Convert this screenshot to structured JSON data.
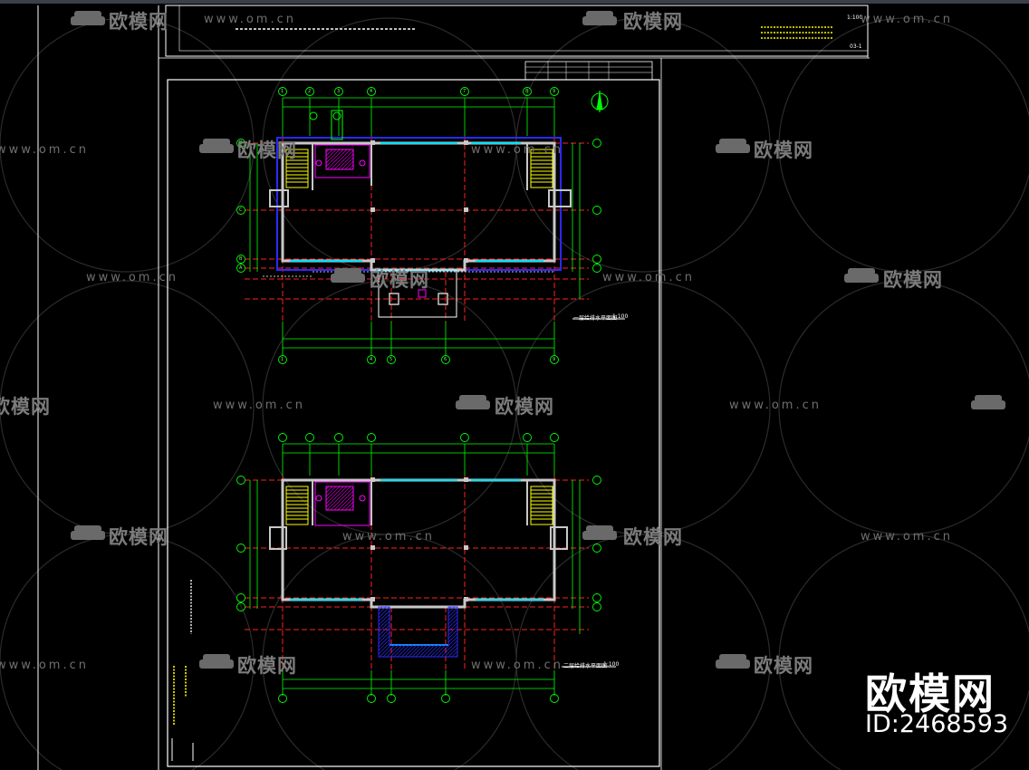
{
  "watermark": {
    "site": "www.om.cn",
    "brand": "欧模网",
    "brand_big": "欧模网",
    "id_label": "ID:2468593"
  },
  "drawing": {
    "top_note_scale": "1:100",
    "top_note_code": "03-1",
    "plan1": {
      "title": "一层给排水平面图",
      "scale": "1:100"
    },
    "plan2": {
      "title": "二层给排水平面图",
      "scale": "1:100"
    },
    "grid_labels": [
      "1",
      "2",
      "3",
      "4",
      "7",
      "8",
      "9"
    ],
    "row_labels": [
      "D",
      "C",
      "B",
      "A"
    ],
    "bottom_labels": [
      "1",
      "4",
      "5",
      "6",
      "9"
    ]
  },
  "colors": {
    "background": "#000000",
    "frame": "#ffffff",
    "dim": "#00ff00",
    "wall": "#c0c0c0",
    "axis": "#ff2020",
    "window": "#00e5ff",
    "stair": "#ffff00",
    "plumbing": "#ff00ff",
    "outline": "#2a2aff"
  }
}
